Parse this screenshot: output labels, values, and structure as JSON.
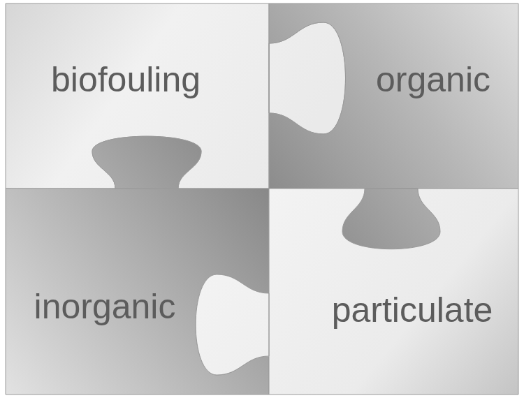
{
  "diagram": {
    "nodes": [
      {
        "text": [
          "biofouling"
        ]
      },
      {
        "text": [
          "organic"
        ]
      },
      {
        "text": [
          "inorganic"
        ]
      },
      {
        "text": [
          "particulate"
        ]
      }
    ]
  }
}
